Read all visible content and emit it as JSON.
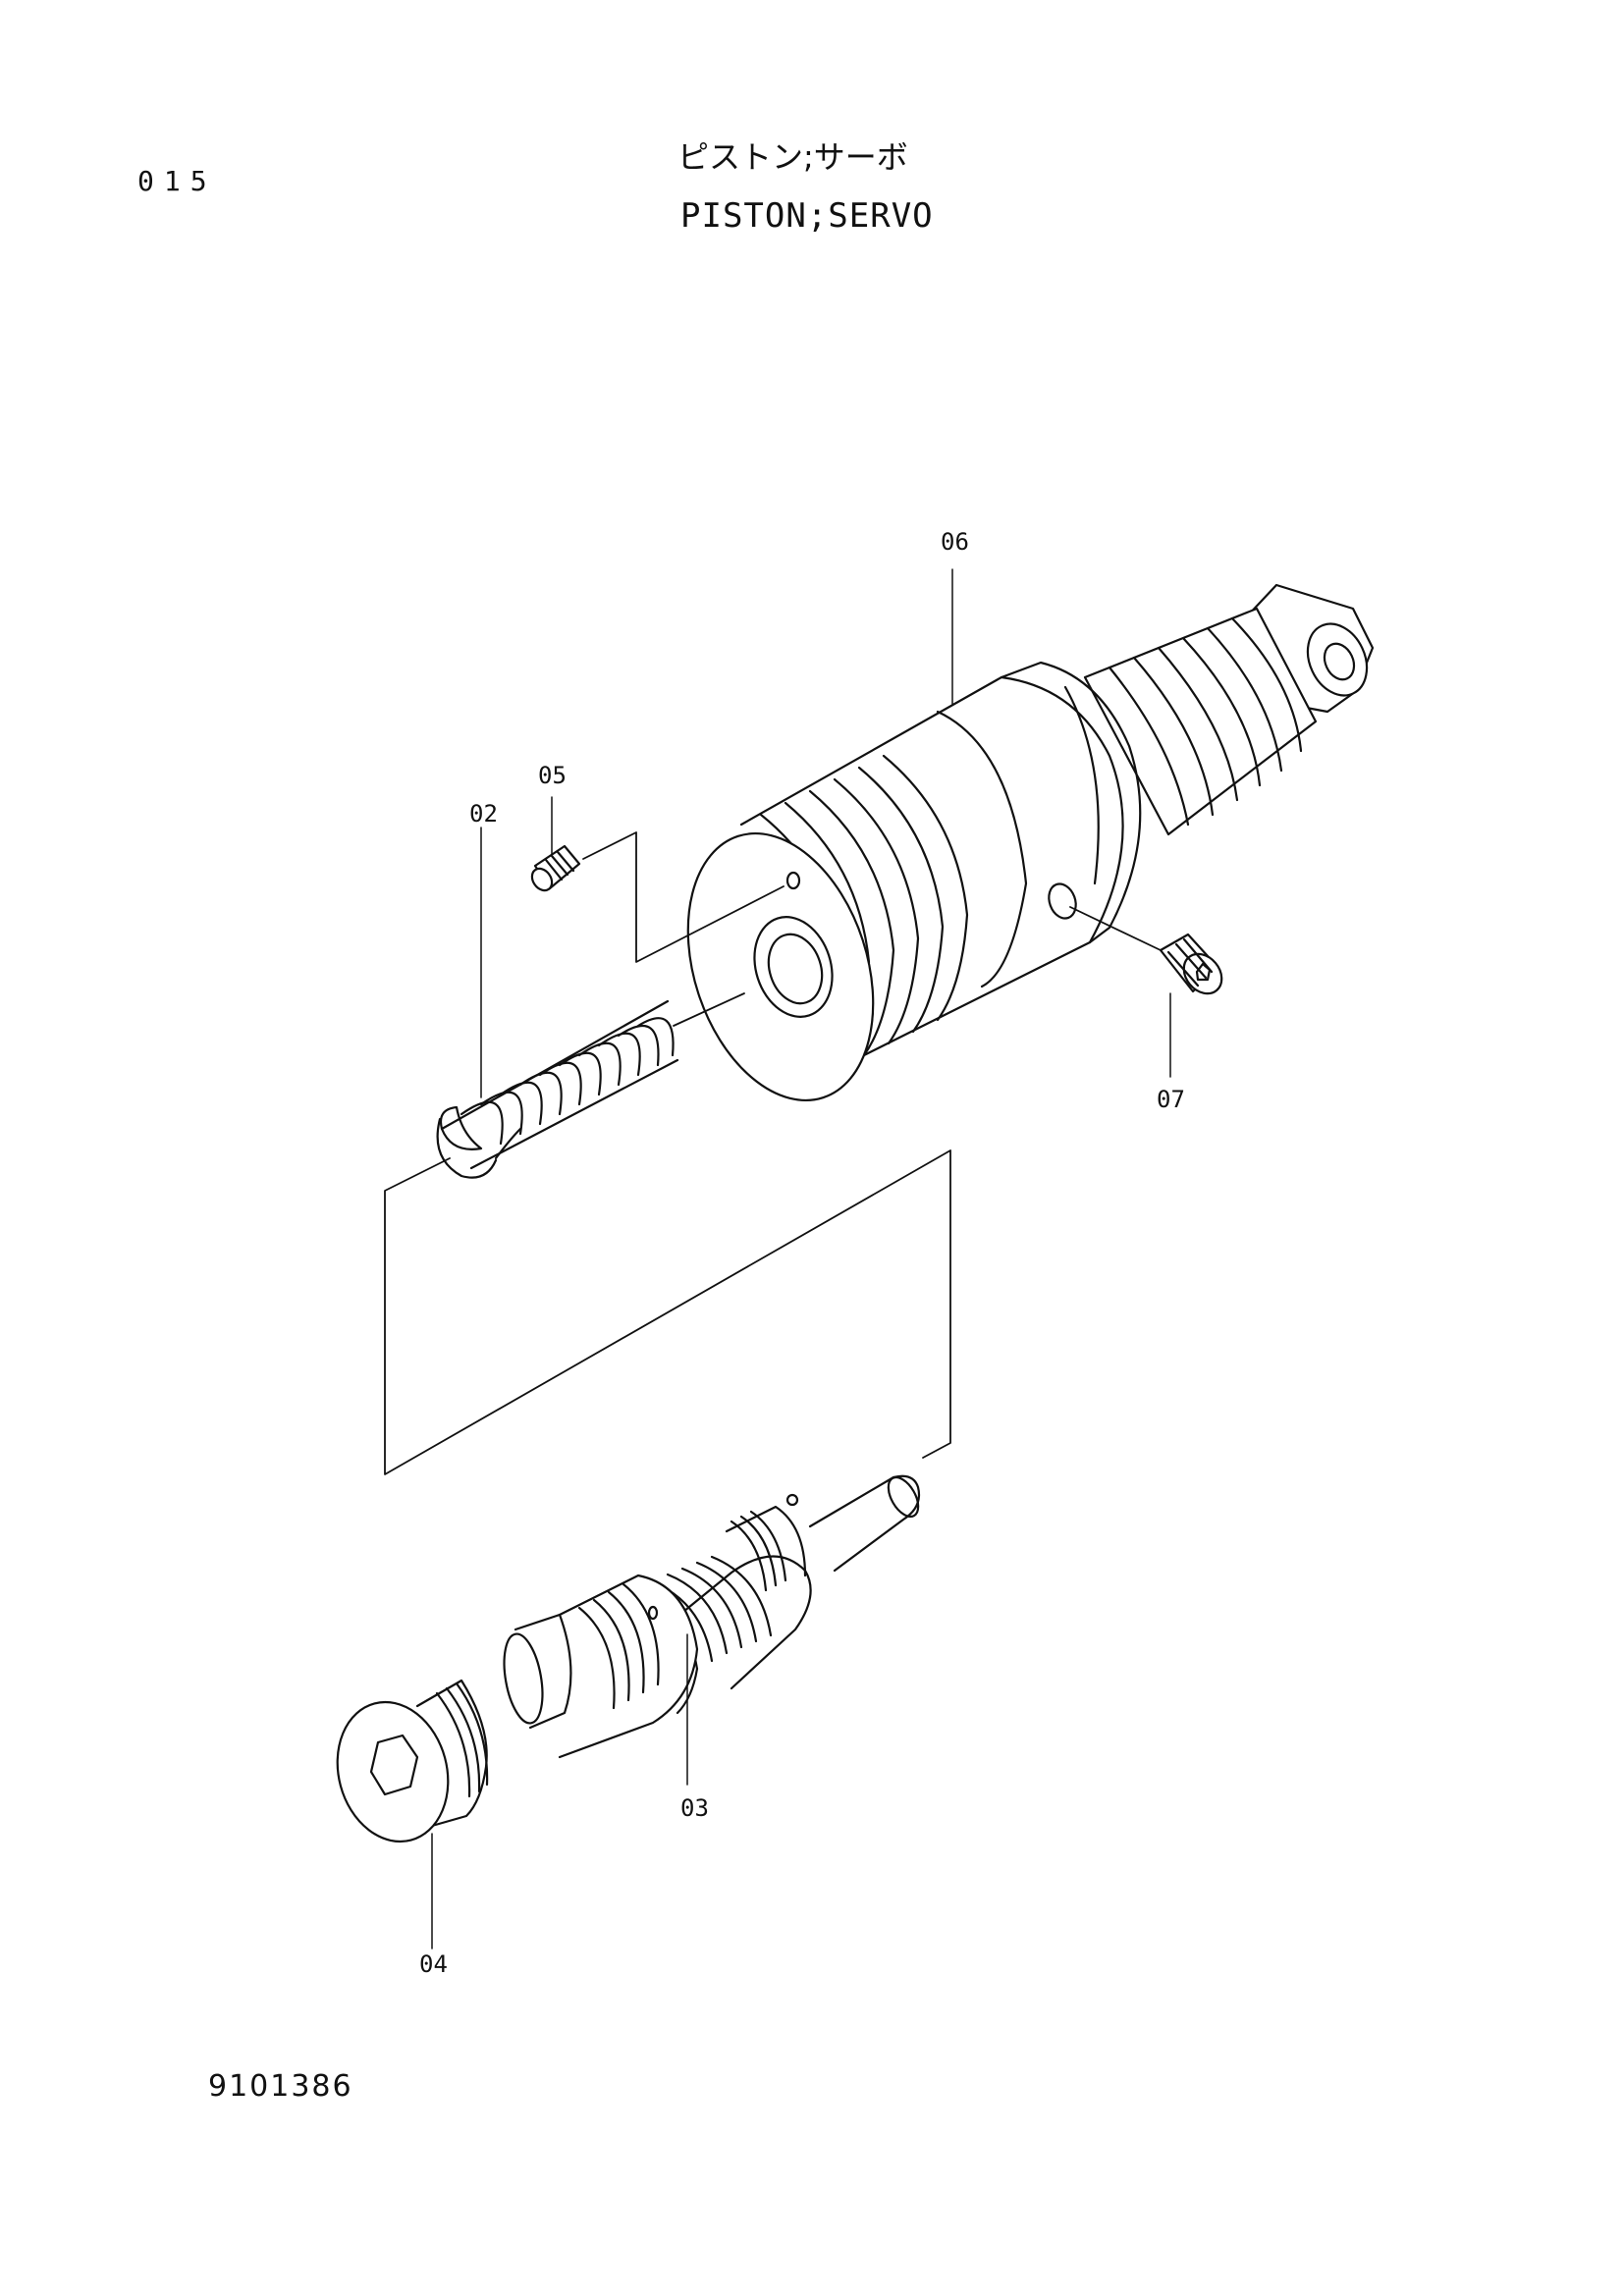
{
  "page_number": "015",
  "title_jp": "ピストン;サーボ",
  "title_en": "PISTON;SERVO",
  "doc_code": "9101386",
  "callouts": {
    "c02": "02",
    "c03": "03",
    "c04": "04",
    "c05": "05",
    "c06": "06",
    "c07": "07"
  },
  "colors": {
    "ink": "#111111",
    "paper": "#ffffff"
  }
}
